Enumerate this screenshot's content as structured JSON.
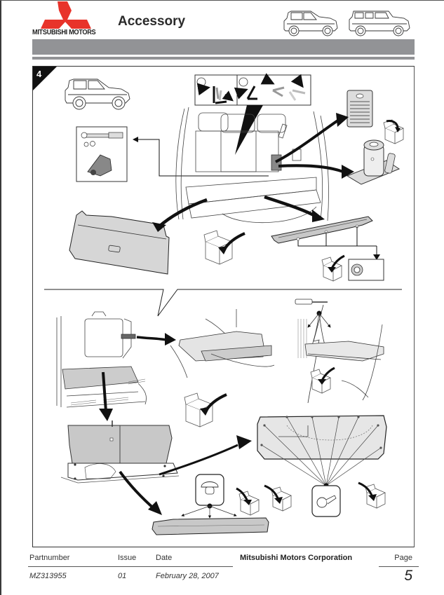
{
  "header": {
    "brand": "MITSUBISHI MOTORS",
    "title": "Accessory",
    "brand_color": "#e8332a",
    "bar_color": "#929396",
    "vehicle_icons": [
      "3-door-suv-icon",
      "5-door-suv-icon"
    ]
  },
  "figure": {
    "step_number": "4",
    "icons": [
      "vehicle-side-view-icon",
      "tool-kit-icon",
      "seat-fold-instruction-icon",
      "speaker-grille-icon",
      "jack-icon",
      "cargo-floor-board-icon",
      "trim-panel-icon",
      "clip-detail-icon",
      "storage-box-icon",
      "screwdriver-icon",
      "clip-icon",
      "screw-icon"
    ]
  },
  "footer": {
    "partnumber_label": "Partnumber",
    "partnumber_value": "MZ313955",
    "issue_label": "Issue",
    "issue_value": "01",
    "date_label": "Date",
    "date_value": "February 28, 2007",
    "corporation": "Mitsubishi Motors Corporation",
    "page_label": "Page",
    "page_value": "5"
  }
}
